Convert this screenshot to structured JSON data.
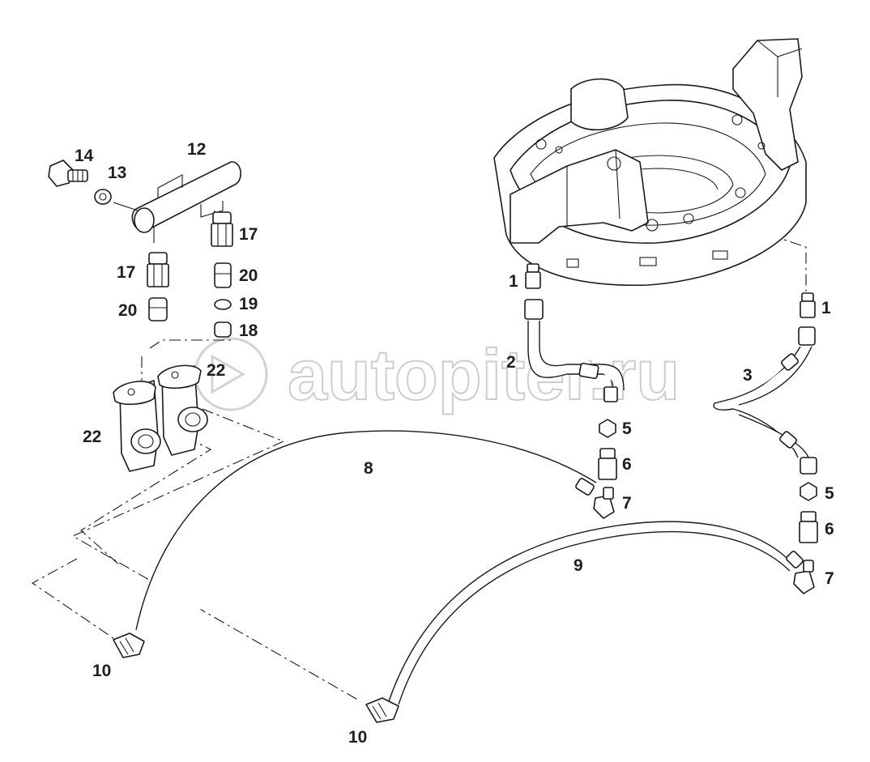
{
  "watermark": "autopiter.ru",
  "callouts": {
    "c1a": "1",
    "c1b": "1",
    "c2": "2",
    "c3": "3",
    "c5a": "5",
    "c5b": "5",
    "c6a": "6",
    "c6b": "6",
    "c7a": "7",
    "c7b": "7",
    "c8": "8",
    "c9": "9",
    "c10a": "10",
    "c10b": "10",
    "c12": "12",
    "c13": "13",
    "c14": "14",
    "c17a": "17",
    "c17b": "17",
    "c18": "18",
    "c19": "19",
    "c20a": "20",
    "c20b": "20",
    "c22a": "22",
    "c22b": "22"
  }
}
